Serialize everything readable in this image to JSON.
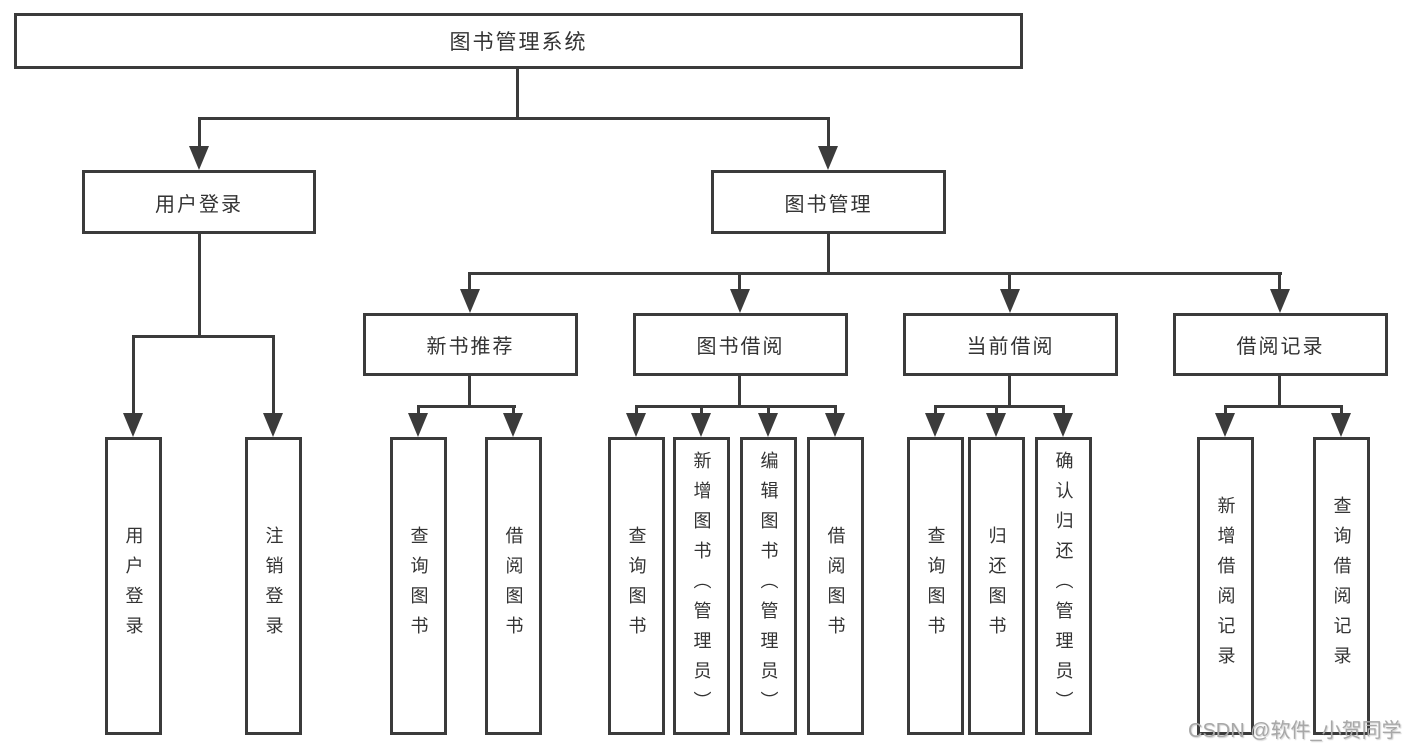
{
  "diagram": {
    "title": "图书管理系统",
    "colors": {
      "line": "#3b3b3b",
      "box_border": "#3b3b3b",
      "text": "#333333",
      "background": "#ffffff",
      "watermark": "#a8a8a8"
    },
    "tree": {
      "label": "图书管理系统",
      "children": [
        {
          "label": "用户登录",
          "children": [
            {
              "label": "用户登录"
            },
            {
              "label": "注销登录"
            }
          ]
        },
        {
          "label": "图书管理",
          "children": [
            {
              "label": "新书推荐",
              "children": [
                {
                  "label": "查询图书"
                },
                {
                  "label": "借阅图书"
                }
              ]
            },
            {
              "label": "图书借阅",
              "children": [
                {
                  "label": "查询图书"
                },
                {
                  "label": "新增图书（管理员）"
                },
                {
                  "label": "编辑图书（管理员）"
                },
                {
                  "label": "借阅图书"
                }
              ]
            },
            {
              "label": "当前借阅",
              "children": [
                {
                  "label": "查询图书"
                },
                {
                  "label": "归还图书"
                },
                {
                  "label": "确认归还（管理员）"
                }
              ]
            },
            {
              "label": "借阅记录",
              "children": [
                {
                  "label": "新增借阅记录"
                },
                {
                  "label": "查询借阅记录"
                }
              ]
            }
          ]
        }
      ]
    }
  },
  "watermark": {
    "text": "CSDN @软件_小贺同学"
  }
}
